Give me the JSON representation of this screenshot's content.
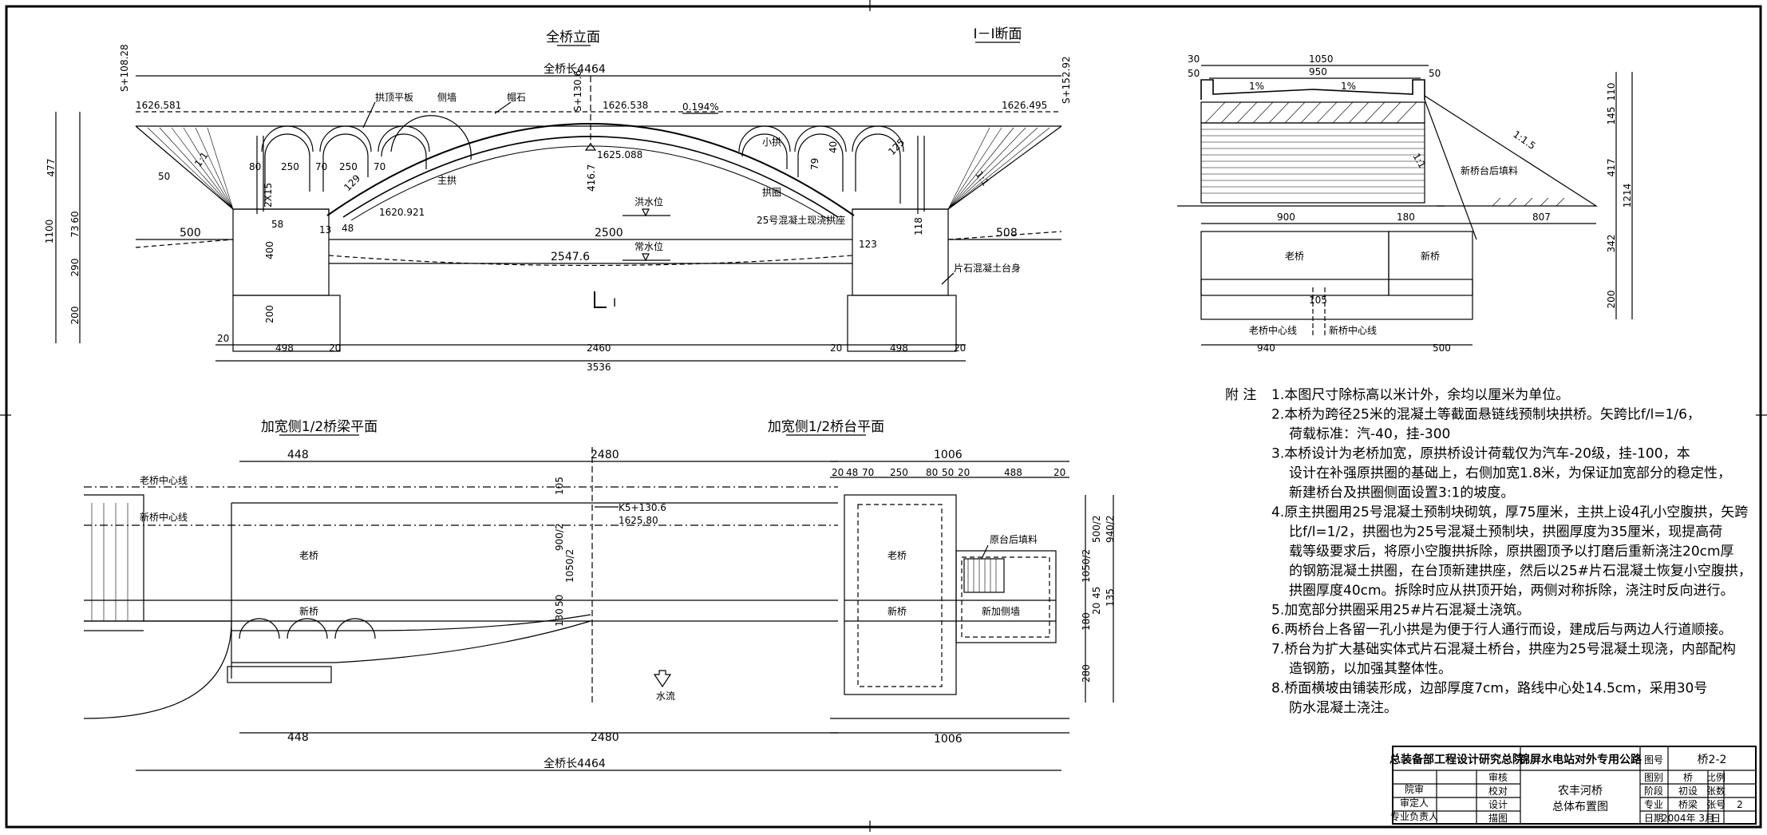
{
  "views": {
    "elevation_title": "全桥立面",
    "section_title": "I－I断面",
    "deck_plan_title": "加宽侧1/2桥梁平面",
    "abutment_plan_title": "加宽侧1/2桥台平面"
  },
  "elevation": {
    "total_length_label": "全桥长4464",
    "station_left": "S+108.28",
    "station_right": "S+152.92",
    "station_mid": "S+130.6",
    "elev_left": "1626.581",
    "elev_mid": "1626.538",
    "elev_right": "1626.495",
    "grade": "0.194%",
    "elev_arch_crown": "1625.088",
    "elev_arch_springing": "1620.921",
    "label_deck_slab": "拱顶平板",
    "label_side_wall": "侧墙",
    "label_cap_stone": "帽石",
    "label_main_arch": "主拱",
    "label_spandrel": "小拱",
    "label_widen_arch": "拱圈",
    "label_skewback": "25号混凝土现浇拱座",
    "label_rubble_abutment": "片石混凝土台身",
    "label_hwl": "洪水位",
    "label_lwl": "常水位",
    "section_mark": "I",
    "dims": {
      "d477": "477",
      "d1100": "1100",
      "d60": "60",
      "d73": "73",
      "d290": "290",
      "d200": "200",
      "d80": "80",
      "d250a": "250",
      "d70a": "70",
      "d250b": "250",
      "d70b": "70",
      "d2x15": "2X15",
      "d58": "58",
      "d13": "13",
      "d48": "48",
      "d400": "400",
      "d200b": "200",
      "d500": "500",
      "d508": "508",
      "d2500": "2500",
      "d2547": "2547.6",
      "d416": "416.7",
      "d123": "123",
      "d118": "118",
      "d125": "125",
      "d79": "79",
      "d40": "40",
      "d129": "129",
      "d50": "50",
      "slope_l": "1:1",
      "slope_r": "1:1",
      "b20a": "20",
      "b498a": "498",
      "b2460": "2460",
      "b20b": "20",
      "b498b": "498",
      "b20c": "20",
      "b3536": "3536",
      "b20d": "20"
    }
  },
  "section": {
    "d1050": "1050",
    "d950": "950",
    "d30": "30",
    "d50a": "50",
    "d50b": "50",
    "slope1": "1%",
    "slope2": "1%",
    "d110": "110",
    "d145": "145",
    "d417": "417",
    "d1214": "1214",
    "d342": "342",
    "d200": "200",
    "d900": "900",
    "d180": "180",
    "d807": "807",
    "d940": "940",
    "d500": "500",
    "d105": "105",
    "label_old": "老桥",
    "label_new": "新桥",
    "label_fill": "新桥台后填料",
    "label_oldcl": "老桥中心线",
    "label_newcl": "新桥中心线",
    "slope_a": "1:1",
    "slope_b": "1:1.5"
  },
  "deck_plan": {
    "d448a": "448",
    "d2480a": "2480",
    "d448b": "448",
    "d2480b": "2480",
    "d105": "105",
    "d900_2": "900/2",
    "d1050_2": "1050/2",
    "d50": "50",
    "d130": "130",
    "station": "K5+130.6",
    "elev": "1625.80",
    "label_oldcl": "老桥中心线",
    "label_newcl": "新桥中心线",
    "label_old": "老桥",
    "label_new": "新桥",
    "label_flow": "水流",
    "total_label": "全桥长4464"
  },
  "abutment_plan": {
    "top_total": "1006",
    "bottom_total": "1006",
    "t20a": "20",
    "t48": "48",
    "t70": "70",
    "t250": "250",
    "t80": "80",
    "t50": "50",
    "t20b": "20",
    "t488": "488",
    "t20c": "20",
    "r500_2": "500/2",
    "r940_2": "940/2",
    "r1050_2": "1050/2",
    "r45": "45",
    "r135": "135",
    "r20": "20",
    "r180": "180",
    "r280": "280",
    "label_old": "老桥",
    "label_new": "新桥",
    "label_fill": "原台后填料",
    "label_newwall": "新加侧墙"
  },
  "notes": {
    "title": "附 注",
    "items": [
      "1.本图尺寸除标高以米计外，余均以厘米为单位。",
      "2.本桥为跨径25米的混凝土等截面悬链线预制块拱桥。矢跨比f/l=1/6，",
      "荷载标准：汽-40，挂-300",
      "3.本桥设计为老桥加宽，原拱桥设计荷载仅为汽车-20级，挂-100，本",
      "设计在补强原拱圈的基础上，右侧加宽1.8米，为保证加宽部分的稳定性，",
      "新建桥台及拱圈侧面设置3:1的坡度。",
      "4.原主拱圈用25号混凝土预制块砌筑，厚75厘米，主拱上设4孔小空腹拱，矢跨",
      "比f/l=1/2，拱圈也为25号混凝土预制块，拱圈厚度为35厘米，现提高荷",
      "载等级要求后，将原小空腹拱拆除，原拱圈顶予以打磨后重新浇注20cm厚",
      "的钢筋混凝土拱圈，在台顶新建拱座，然后以25#片石混凝土恢复小空腹拱，",
      "拱圈厚度40cm。拆除时应从拱顶开始，两侧对称拆除，浇注时反向进行。",
      "5.加宽部分拱圈采用25#片石混凝土浇筑。",
      "6.两桥台上各留一孔小拱是为便于行人通行而设，建成后与两边人行道顺接。",
      "7.桥台为扩大基础实体式片石混凝土桥台，拱座为25号混凝土现浇，内部配构",
      "造钢筋，以加强其整体性。",
      "8.桥面横坡由铺装形成，边部厚度7cm，路线中心处14.5cm，采用30号",
      "防水混凝土浇注。"
    ]
  },
  "title_block": {
    "institute": "总装备部工程设计研究总院",
    "project": "锦屏水电站对外专用公路",
    "drawing_no_label": "图号",
    "drawing_no": "桥2-2",
    "name_line1": "农丰河桥",
    "name_line2": "总体布置图",
    "roles_left": [
      "院审",
      "审定人",
      "专业负责人"
    ],
    "roles_mid": [
      "审核",
      "校对",
      "设计",
      "描图"
    ],
    "right_rows": [
      [
        "图别",
        "桥",
        "比例",
        ""
      ],
      [
        "阶段",
        "初设",
        "张数",
        ""
      ],
      [
        "专业",
        "桥梁",
        "张号",
        "2"
      ],
      [
        "日期",
        "2004年 3月",
        "日",
        ""
      ]
    ]
  }
}
